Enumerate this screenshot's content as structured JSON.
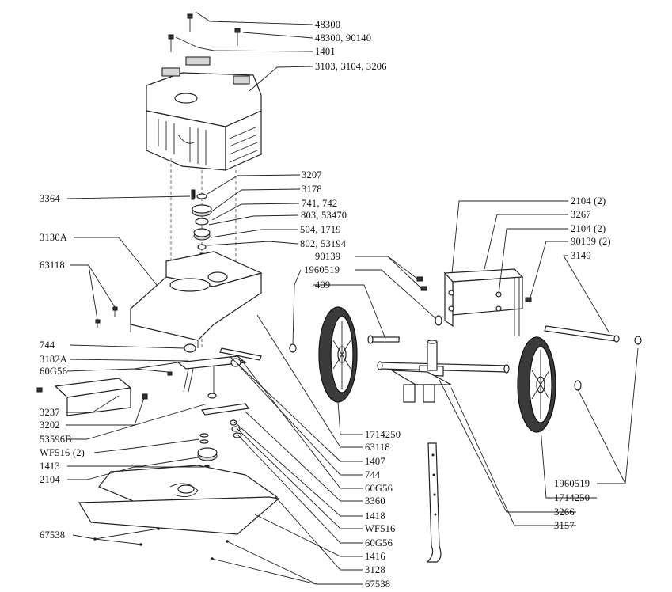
{
  "labels": {
    "l48300": "48300",
    "l48300b": "48300, 90140",
    "l1401": "1401",
    "l3103": "3103, 3104, 3206",
    "l3207": "3207",
    "l3364": "3364",
    "l3178": "3178",
    "l741": "741, 742",
    "l803": "803, 53470",
    "l504": "504, 1719",
    "l802": "802, 53194",
    "l3130A": "3130A",
    "l63118a": "63118",
    "l744a": "744",
    "l3182A": "3182A",
    "l60G56a": "60G56",
    "l3237": "3237",
    "l3202": "3202",
    "l53596B": "53596B",
    "lWF516a": "WF516 (2)",
    "l1413": "1413",
    "l2104a": "2104",
    "l67538a": "67538",
    "l2104b": "2104 (2)",
    "l3267": "3267",
    "l2104c": "2104 (2)",
    "l90139a": "90139 (2)",
    "l3149": "3149",
    "l90139b": "90139",
    "l1960519a": "1960519",
    "l409": "409",
    "l1714250a": "1714250",
    "l63118b": "63118",
    "l1407": "1407",
    "l744b": "744",
    "l60G56b": "60G56",
    "l3360": "3360",
    "l1418": "1418",
    "lWF516b": "WF516",
    "l60G56c": "60G56",
    "l1416": "1416",
    "l3128": "3128",
    "l67538b": "67538",
    "l1960519b": "1960519",
    "l1714250b": "1714250",
    "l3266": "3266",
    "l3157": "3157"
  }
}
